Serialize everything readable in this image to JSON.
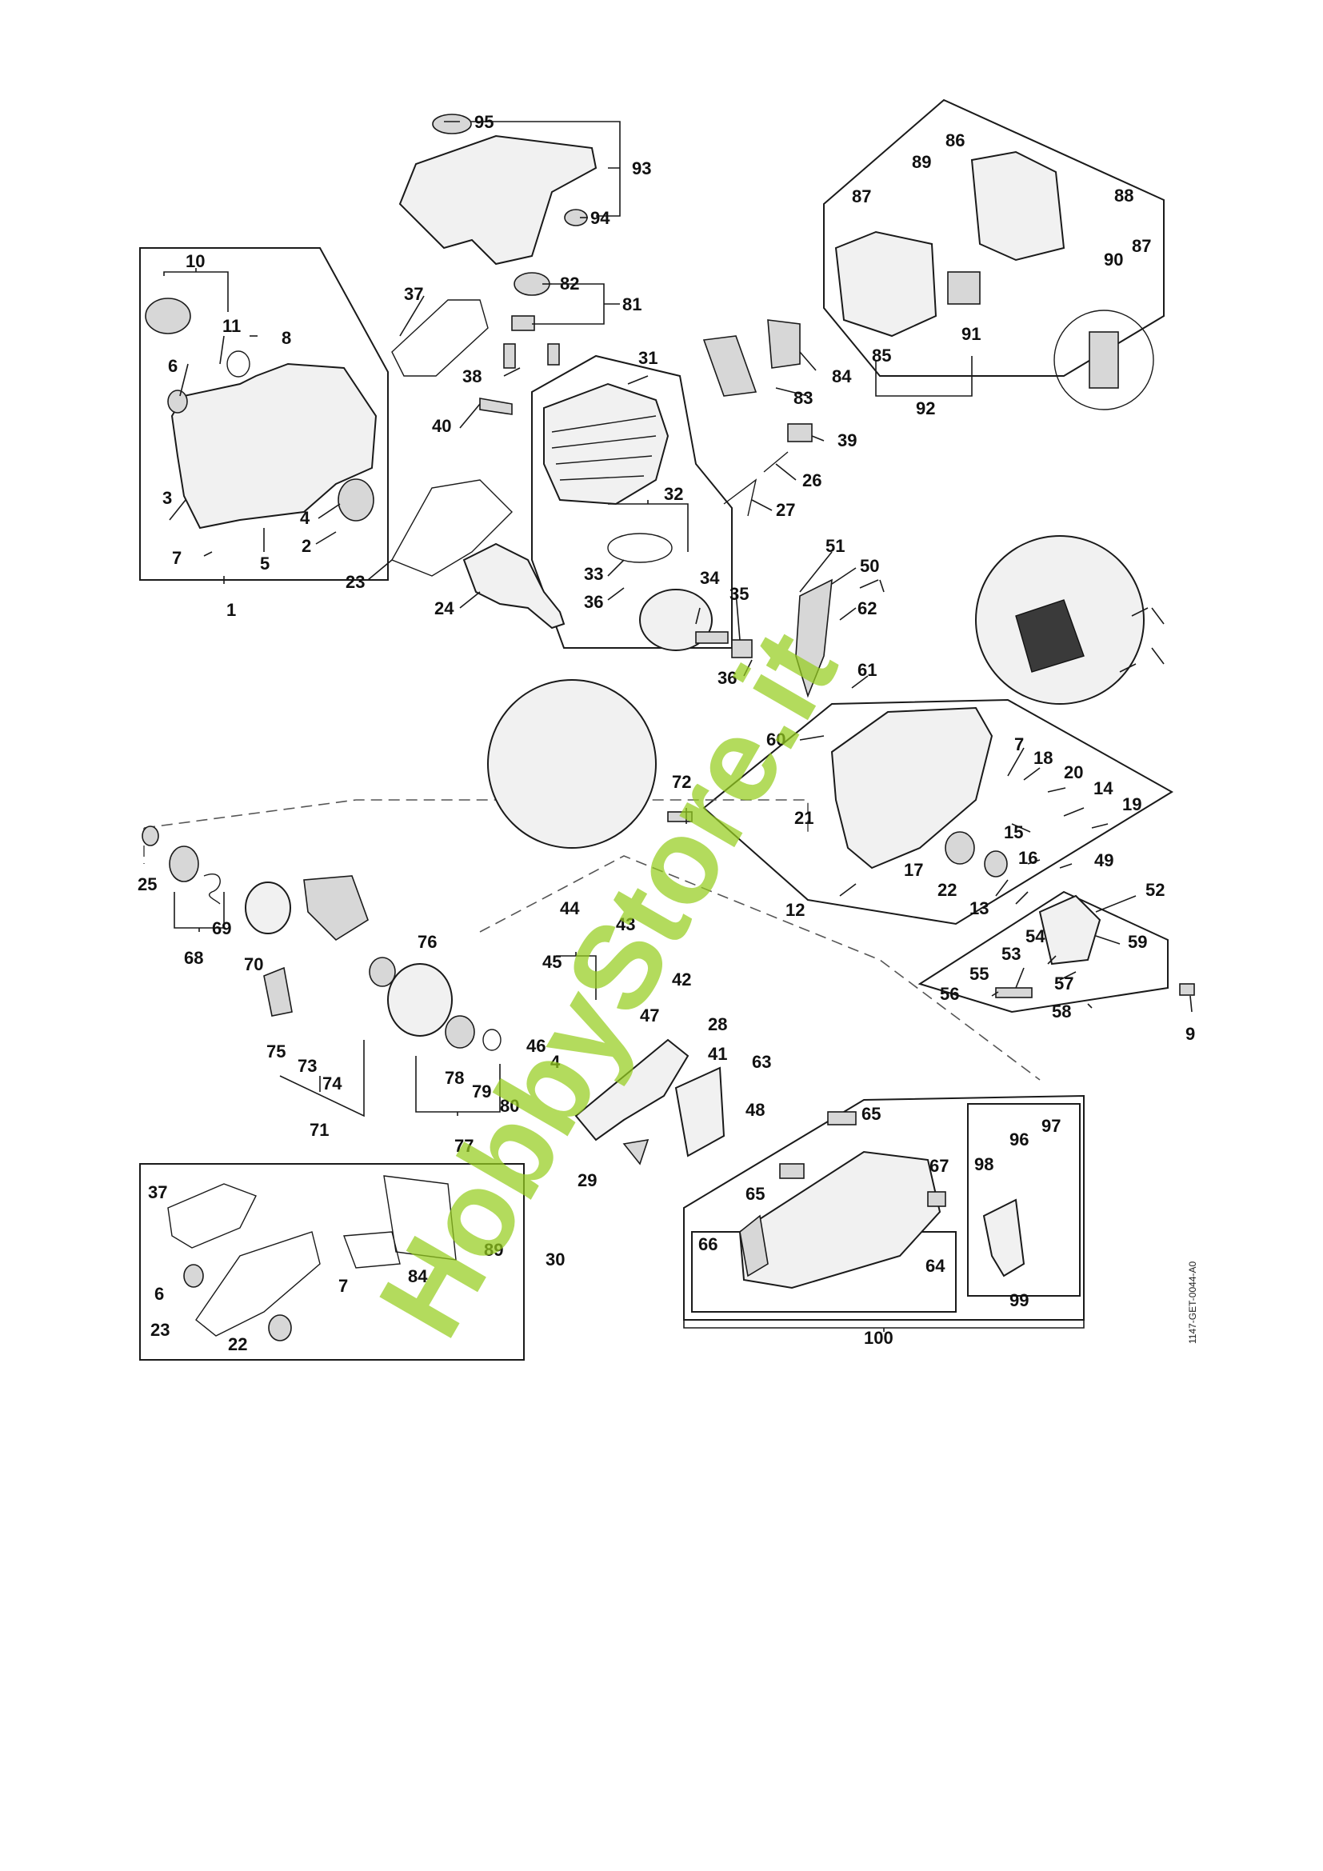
{
  "diagram": {
    "doc_code": "1147-GET-0044-A0",
    "watermark": "HobbyStore.it",
    "callouts": {
      "c1": "1",
      "c2": "2",
      "c3": "3",
      "c4": "4",
      "c5": "5",
      "c6": "6",
      "c7": "7",
      "c8": "8",
      "c9": "9",
      "c10": "10",
      "c11": "11",
      "c12": "12",
      "c13": "13",
      "c14": "14",
      "c15": "15",
      "c16": "16",
      "c17": "17",
      "c18": "18",
      "c19": "19",
      "c20": "20",
      "c21": "21",
      "c22": "22",
      "c23": "23",
      "c24": "24",
      "c25": "25",
      "c26": "26",
      "c27": "27",
      "c28": "28",
      "c29": "29",
      "c30": "30",
      "c31": "31",
      "c32": "32",
      "c33": "33",
      "c34": "34",
      "c35": "35",
      "c36": "36",
      "c37": "37",
      "c38": "38",
      "c39": "39",
      "c40": "40",
      "c41": "41",
      "c42": "42",
      "c43": "43",
      "c44": "44",
      "c45": "45",
      "c46": "46",
      "c47": "47",
      "c48": "48",
      "c49": "49",
      "c50": "50",
      "c51": "51",
      "c52": "52",
      "c53": "53",
      "c54": "54",
      "c55": "55",
      "c56": "56",
      "c57": "57",
      "c58": "58",
      "c59": "59",
      "c60": "60",
      "c61": "61",
      "c62": "62",
      "c63": "63",
      "c64": "64",
      "c65": "65",
      "c66": "66",
      "c67": "67",
      "c68": "68",
      "c69": "69",
      "c70": "70",
      "c71": "71",
      "c72": "72",
      "c73": "73",
      "c74": "74",
      "c75": "75",
      "c76": "76",
      "c77": "77",
      "c78": "78",
      "c79": "79",
      "c80": "80",
      "c81": "81",
      "c82": "82",
      "c83": "83",
      "c84": "84",
      "c85": "85",
      "c86": "86",
      "c87": "87",
      "c88": "88",
      "c89": "89",
      "c90": "90",
      "c91": "91",
      "c92": "92",
      "c93": "93",
      "c94": "94",
      "c95": "95",
      "c96": "96",
      "c97": "97",
      "c98": "98",
      "c99": "99",
      "c100": "100"
    },
    "colors": {
      "ink": "#1a1a1a",
      "watermark": "#96cd1e"
    }
  }
}
